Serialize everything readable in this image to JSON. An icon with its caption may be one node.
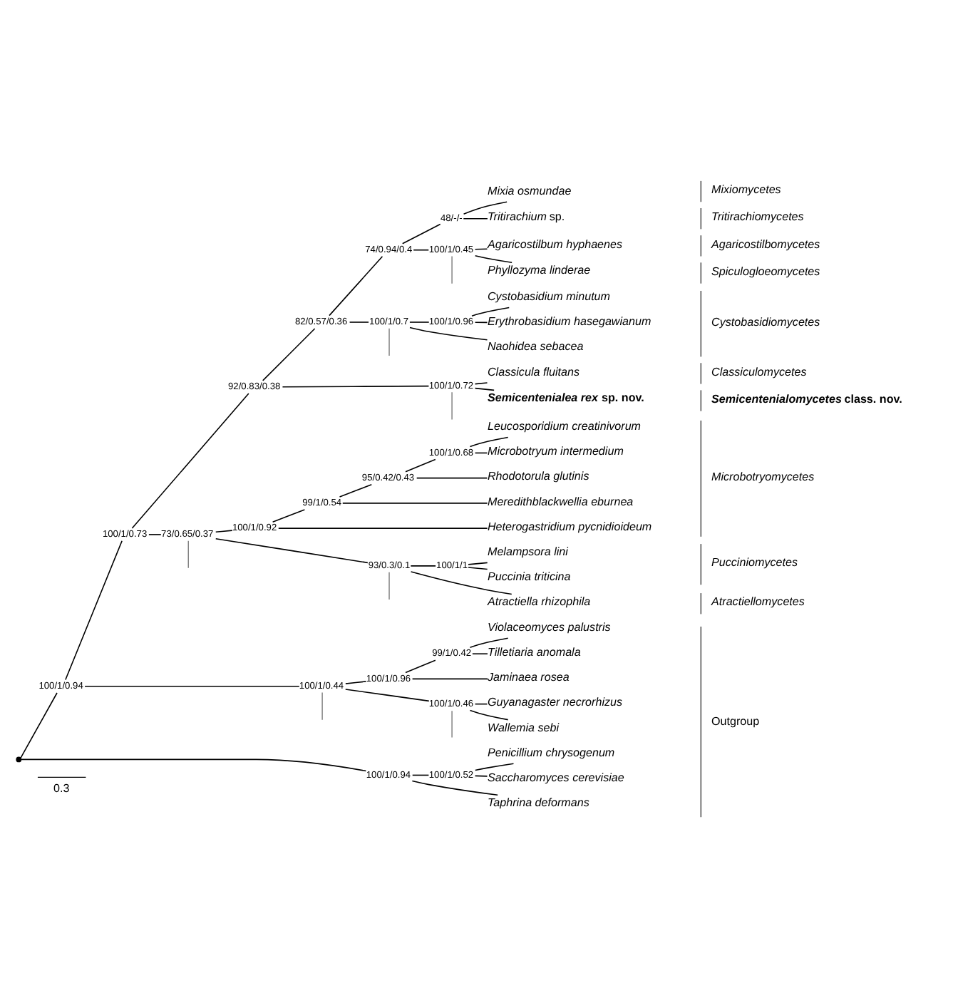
{
  "diagram": {
    "nodes": [
      {
        "text": [],
        "shape": "point"
      },
      {
        "text": [
          "100/1/0.94"
        ]
      },
      {
        "text": [
          "100/1/0.73"
        ]
      },
      {
        "text": [
          "92/0.83/0.38"
        ]
      },
      {
        "text": [
          "82/0.57/0.36"
        ]
      },
      {
        "text": [
          "74/0.94/0.4"
        ]
      },
      {
        "text": [
          "48/-/-"
        ]
      },
      {
        "text": [
          "Mixia osmundae"
        ]
      },
      {
        "text": [
          "*Tritirachium* sp."
        ]
      },
      {
        "text": [
          "100/1/0.45"
        ]
      },
      {
        "text": [
          "Agaricostilbum hyphaenes"
        ]
      },
      {
        "text": [
          "Phyllozyma linderae"
        ]
      },
      {
        "text": [
          "100/1/0.7"
        ]
      },
      {
        "text": [
          "100/1/0.96"
        ]
      },
      {
        "text": [
          "Cystobasidium minutum"
        ]
      },
      {
        "text": [
          "Erythrobasidium hasegawianum"
        ]
      },
      {
        "text": [
          "Naohidea sebacea"
        ]
      },
      {
        "text": [
          "100/1/0.72"
        ]
      },
      {
        "text": [
          "Classicula fluitans"
        ]
      },
      {
        "text": [
          "*Semicentenialea rex* sp. nov."
        ]
      },
      {
        "text": [
          "73/0.65/0.37"
        ]
      },
      {
        "text": [
          "100/1/0.92"
        ]
      },
      {
        "text": [
          "99/1/0.54"
        ]
      },
      {
        "text": [
          "95/0.42/0.43"
        ]
      },
      {
        "text": [
          "100/1/0.68"
        ]
      },
      {
        "text": [
          "Leucosporidium creatinivorum"
        ]
      },
      {
        "text": [
          "Microbotryum intermedium"
        ]
      },
      {
        "text": [
          "Rhodotorula glutinis"
        ]
      },
      {
        "text": [
          "Meredithblackwellia eburnea"
        ]
      },
      {
        "text": [
          "Heterogastridium pycnidioideum"
        ]
      },
      {
        "text": [
          "93/0.3/0.1"
        ]
      },
      {
        "text": [
          "100/1/1"
        ]
      },
      {
        "text": [
          "Melampsora lini"
        ]
      },
      {
        "text": [
          "Puccinia triticina"
        ]
      },
      {
        "text": [
          "Atractiella rhizophila"
        ]
      },
      {
        "text": [
          "100/1/0.44"
        ]
      },
      {
        "text": [
          "100/1/0.96"
        ]
      },
      {
        "text": [
          "99/1/0.42"
        ]
      },
      {
        "text": [
          "Violaceomyces palustris"
        ]
      },
      {
        "text": [
          "Tilletiaria anomala"
        ]
      },
      {
        "text": [
          "Jaminaea rosea"
        ]
      },
      {
        "text": [
          "100/1/0.46"
        ]
      },
      {
        "text": [
          "Guyanagaster necrorhizus"
        ]
      },
      {
        "text": [
          "Wallemia sebi"
        ]
      },
      {
        "text": [
          "100/1/0.94"
        ]
      },
      {
        "text": [
          "100/1/0.52"
        ]
      },
      {
        "text": [
          "Penicillium chrysogenum"
        ]
      },
      {
        "text": [
          "Saccharomyces cerevisiae"
        ]
      },
      {
        "text": [
          "Taphrina deformans"
        ]
      }
    ],
    "edges": [
      {
        "from": 0,
        "to": 1,
        "arrow": "none"
      },
      {
        "from": 1,
        "to": 2,
        "arrow": "none"
      },
      {
        "from": 2,
        "to": 3,
        "arrow": "none"
      },
      {
        "from": 3,
        "to": 4,
        "arrow": "none"
      },
      {
        "from": 4,
        "to": 5,
        "arrow": "none"
      },
      {
        "from": 5,
        "to": 6,
        "arrow": "none"
      },
      {
        "from": 6,
        "to": 7,
        "arrow": "none"
      },
      {
        "from": 6,
        "to": 8,
        "arrow": "none"
      },
      {
        "from": 5,
        "to": 9,
        "arrow": "none"
      },
      {
        "from": 9,
        "to": 10,
        "arrow": "none"
      },
      {
        "from": 9,
        "to": 11,
        "arrow": "none"
      },
      {
        "from": 4,
        "to": 12,
        "arrow": "none"
      },
      {
        "from": 12,
        "to": 13,
        "arrow": "none"
      },
      {
        "from": 13,
        "to": 14,
        "arrow": "none"
      },
      {
        "from": 13,
        "to": 15,
        "arrow": "none"
      },
      {
        "from": 12,
        "to": 16,
        "arrow": "none"
      },
      {
        "from": 3,
        "to": 17,
        "arrow": "none"
      },
      {
        "from": 17,
        "to": 18,
        "arrow": "none"
      },
      {
        "from": 17,
        "to": 19,
        "arrow": "none"
      },
      {
        "from": 2,
        "to": 20,
        "arrow": "none"
      },
      {
        "from": 20,
        "to": 21,
        "arrow": "none"
      },
      {
        "from": 21,
        "to": 22,
        "arrow": "none"
      },
      {
        "from": 22,
        "to": 23,
        "arrow": "none"
      },
      {
        "from": 23,
        "to": 24,
        "arrow": "none"
      },
      {
        "from": 24,
        "to": 25,
        "arrow": "none"
      },
      {
        "from": 24,
        "to": 26,
        "arrow": "none"
      },
      {
        "from": 23,
        "to": 27,
        "arrow": "none"
      },
      {
        "from": 22,
        "to": 28,
        "arrow": "none"
      },
      {
        "from": 21,
        "to": 29,
        "arrow": "none"
      },
      {
        "from": 20,
        "to": 30,
        "arrow": "none"
      },
      {
        "from": 30,
        "to": 31,
        "arrow": "none"
      },
      {
        "from": 31,
        "to": 32,
        "arrow": "none"
      },
      {
        "from": 31,
        "to": 33,
        "arrow": "none"
      },
      {
        "from": 30,
        "to": 34,
        "arrow": "none"
      },
      {
        "from": 1,
        "to": 35,
        "arrow": "none"
      },
      {
        "from": 35,
        "to": 36,
        "arrow": "none"
      },
      {
        "from": 36,
        "to": 37,
        "arrow": "none"
      },
      {
        "from": 37,
        "to": 38,
        "arrow": "none"
      },
      {
        "from": 37,
        "to": 39,
        "arrow": "none"
      },
      {
        "from": 36,
        "to": 40,
        "arrow": "none"
      },
      {
        "from": 35,
        "to": 41,
        "arrow": "none"
      },
      {
        "from": 41,
        "to": 42,
        "arrow": "none"
      },
      {
        "from": 41,
        "to": 43,
        "arrow": "none"
      },
      {
        "from": 0,
        "to": 44,
        "arrow": "none"
      },
      {
        "from": 44,
        "to": 45,
        "arrow": "none"
      },
      {
        "from": 45,
        "to": 46,
        "arrow": "none"
      },
      {
        "from": 45,
        "to": 47,
        "arrow": "none"
      },
      {
        "from": 44,
        "to": 48,
        "arrow": "none"
      },
      {
        "from": 9,
        "to": null,
        "arrow": "none",
        "color": "#808080"
      },
      {
        "from": 12,
        "to": null,
        "arrow": "none",
        "color": "#808080"
      },
      {
        "from": 17,
        "to": null,
        "arrow": "none",
        "color": "#808080"
      },
      {
        "from": 20,
        "to": null,
        "arrow": "none",
        "color": "#808080"
      },
      {
        "from": 30,
        "to": null,
        "arrow": "none",
        "color": "#808080"
      },
      {
        "from": 35,
        "to": null,
        "arrow": "none",
        "color": "#808080"
      },
      {
        "from": 41,
        "to": null,
        "arrow": "none",
        "color": "#808080"
      }
    ],
    "labels": [
      "Mixiomycetes",
      "Tritirachiomycetes",
      "Agaricostilbomycetes",
      "Spiculogloeomycetes",
      "Cystobasidiomycetes",
      "Classiculomycetes",
      "*Semicentenialomycetes* class. nov.",
      "Microbotryomycetes",
      "Pucciniomycetes",
      "Atractiellomycetes",
      "Outgroup",
      "0.3"
    ]
  }
}
